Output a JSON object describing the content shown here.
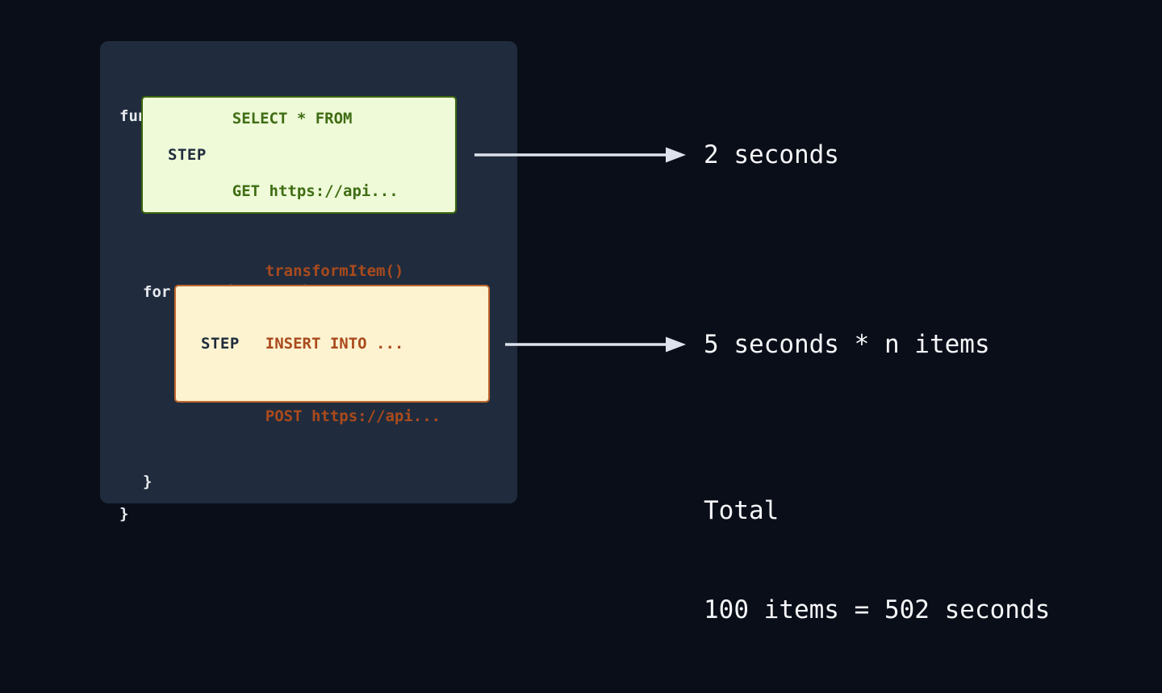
{
  "colors": {
    "background": "#0a0e19",
    "panel": "#202c3d",
    "code_text": "#e7eaef",
    "step1_bg": "#eefad8",
    "step1_border": "#3c650f",
    "step1_text": "#3f6d13",
    "step2_bg": "#fdf3d0",
    "step2_border": "#c2672f",
    "step2_text": "#aa4a1d",
    "step_label": "#202c3d",
    "arrow": "#dde2ec",
    "annotation_text": "#f5f6f8"
  },
  "code_block": {
    "function_open": "function () {",
    "step1": {
      "label": "STEP",
      "lines": [
        "SELECT * FROM",
        "GET https://api..."
      ]
    },
    "for_open": "for (let item of items) {",
    "step2": {
      "label": "STEP",
      "lines": [
        "transformItem()",
        "INSERT INTO ...",
        "POST https://api..."
      ]
    },
    "for_close": "}",
    "function_close": "}"
  },
  "annotations": {
    "step1_duration": "2 seconds",
    "step2_duration": "5 seconds * n items",
    "total_label": "Total",
    "total_value": "100 items = 502 seconds"
  }
}
